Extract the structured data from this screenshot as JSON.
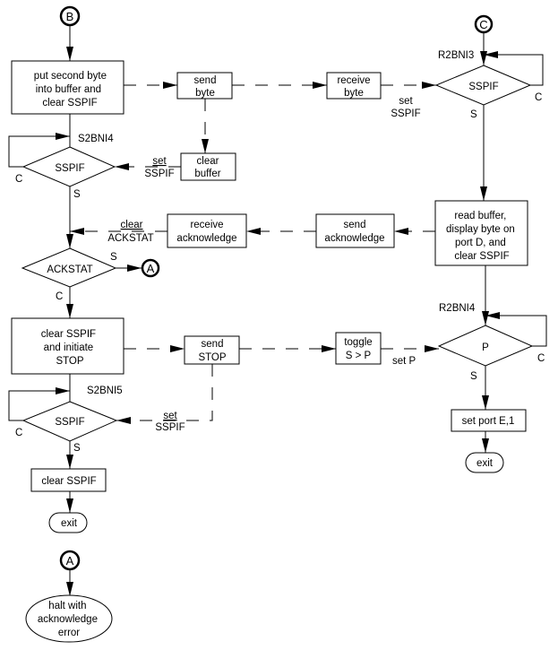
{
  "connectors": {
    "b": "B",
    "c": "C",
    "a_ref": "A",
    "a": "A"
  },
  "left": {
    "box1": [
      "put second byte",
      "into buffer and",
      "clear SSPIF"
    ],
    "s2bni4": "S2BNI4",
    "sspif1": "SSPIF",
    "sspif1_c": "C",
    "sspif1_s": "S",
    "ackstat": "ACKSTAT",
    "ackstat_s": "S",
    "ackstat_c": "C",
    "box_stop": [
      "clear SSPIF",
      "and initiate",
      "STOP"
    ],
    "s2bni5": "S2BNI5",
    "sspif2": "SSPIF",
    "sspif2_c": "C",
    "sspif2_s": "S",
    "clear_sspif": "clear SSPIF",
    "exit": "exit",
    "halt": [
      "halt with",
      "acknowledge",
      "error"
    ]
  },
  "middle": {
    "send_byte": [
      "send",
      "byte"
    ],
    "clear_buffer": [
      "clear",
      "buffer"
    ],
    "set_sspif1": [
      "set",
      "SSPIF"
    ],
    "receive_ack": [
      "receive",
      "acknowledge"
    ],
    "clear_ackstat": [
      "clear",
      "ACKSTAT"
    ],
    "send_stop": [
      "send",
      "STOP"
    ],
    "set_sspif2": [
      "set",
      "SSPIF"
    ],
    "receive_byte": [
      "receive",
      "byte"
    ],
    "set_sspif3": [
      "set",
      "SSPIF"
    ],
    "send_ack": [
      "send",
      "acknowledge"
    ],
    "toggle": [
      "toggle",
      "S > P"
    ],
    "set_p": "set P"
  },
  "right": {
    "r2bni3": "R2BNI3",
    "sspif": "SSPIF",
    "sspif_c": "C",
    "sspif_s": "S",
    "read_buffer": [
      "read buffer,",
      "display byte on",
      "port D, and",
      "clear SSPIF"
    ],
    "r2bni4": "R2BNI4",
    "p": "P",
    "p_c": "C",
    "p_s": "S",
    "set_port": "set port E,1",
    "exit": "exit"
  }
}
